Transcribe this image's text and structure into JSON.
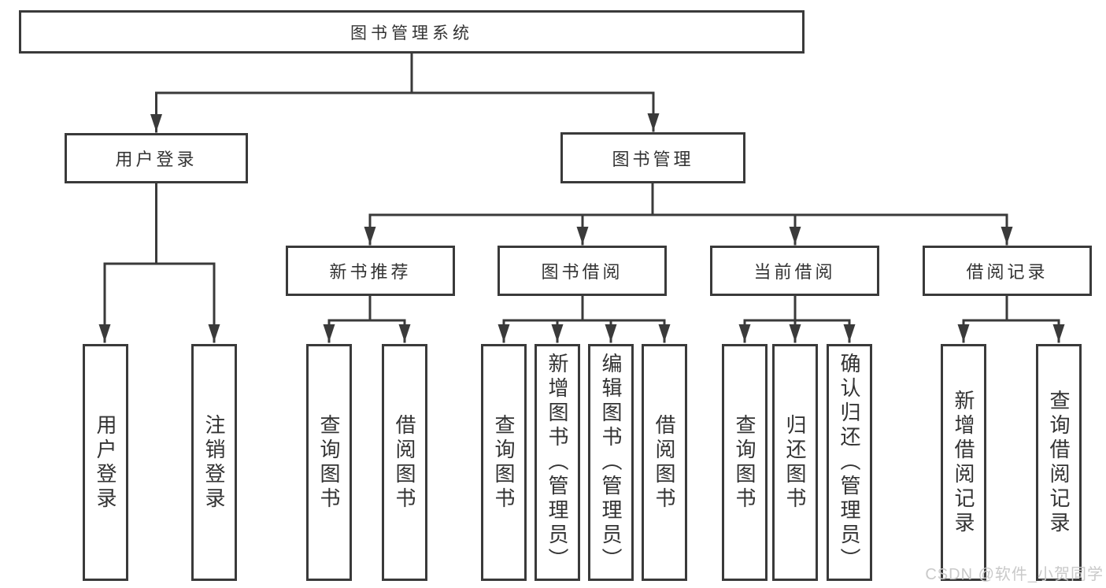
{
  "title": "图书管理系统",
  "tree": {
    "root": {
      "label": "图书管理系统"
    },
    "branches": [
      {
        "label": "用户登录",
        "children": [
          "用户登录",
          "注销登录"
        ]
      },
      {
        "label": "图书管理",
        "sections": [
          {
            "label": "新书推荐",
            "children": [
              "查询图书",
              "借阅图书"
            ]
          },
          {
            "label": "图书借阅",
            "children": [
              "查询图书",
              "新增图书（管理员）",
              "编辑图书（管理员）",
              "借阅图书"
            ]
          },
          {
            "label": "当前借阅",
            "children": [
              "查询图书",
              "归还图书",
              "确认归还（管理员）"
            ]
          },
          {
            "label": "借阅记录",
            "children": [
              "新增借阅记录",
              "查询借阅记录"
            ]
          }
        ]
      }
    ]
  },
  "watermark": "CSDN @软件_小贺同学",
  "colors": {
    "line": "#3a3a3a",
    "box_border": "#3a3a3a",
    "text": "#333333",
    "background": "#ffffff",
    "watermark": "#c9c9c9"
  }
}
